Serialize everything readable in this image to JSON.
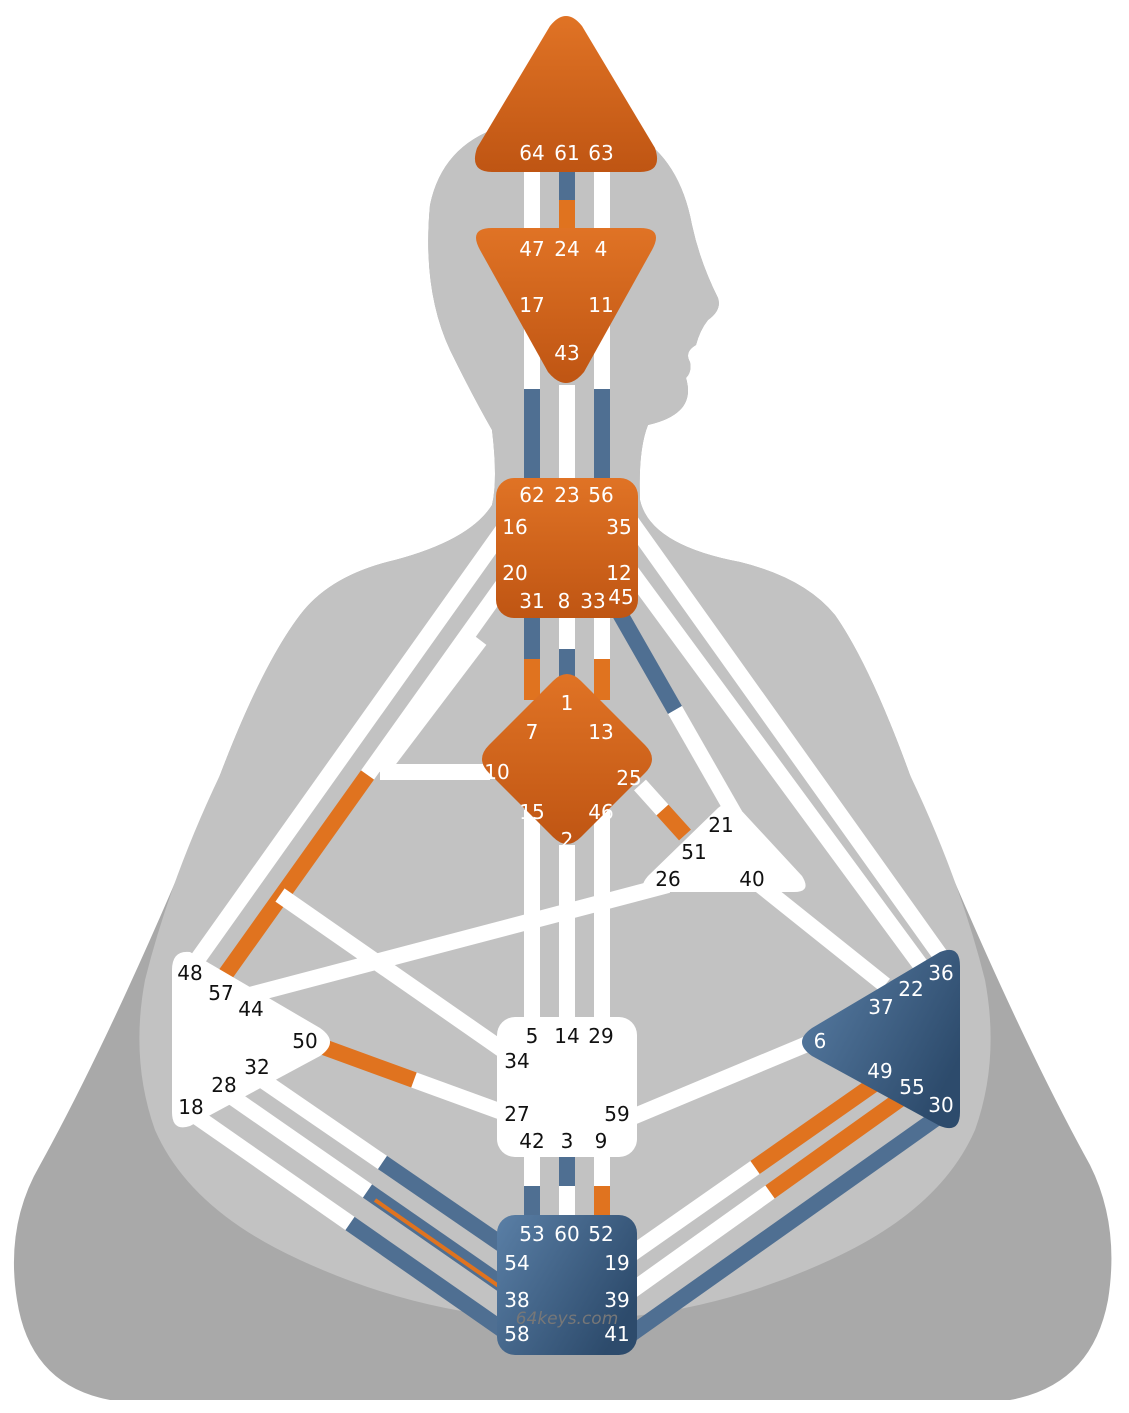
{
  "colors": {
    "body_outer": "#a9a9a9",
    "body_inner": "#c2c2c2",
    "channel_white": "#ffffff",
    "defined_orange": "#e0731f",
    "defined_blue": "#4f6f92",
    "center_orange_top": "#e07325",
    "center_orange_bottom": "#bf5513",
    "center_blue_light": "#5a7fa6",
    "center_blue_dark": "#2d4b6c",
    "text_light": "#ffffff",
    "text_dark": "#111111",
    "credit": "#777777"
  },
  "centers": [
    {
      "name": "head",
      "defined": "orange",
      "gates": [
        "64",
        "61",
        "63"
      ]
    },
    {
      "name": "ajna",
      "defined": "orange",
      "gates": [
        "47",
        "24",
        "4",
        "17",
        "11",
        "43"
      ]
    },
    {
      "name": "throat",
      "defined": "orange",
      "gates": [
        "62",
        "23",
        "56",
        "16",
        "35",
        "20",
        "12",
        "31",
        "8",
        "33",
        "45"
      ]
    },
    {
      "name": "g",
      "defined": "orange",
      "gates": [
        "1",
        "7",
        "13",
        "10",
        "25",
        "15",
        "46",
        "2"
      ]
    },
    {
      "name": "heart",
      "defined": "none",
      "gates": [
        "21",
        "51",
        "26",
        "40"
      ]
    },
    {
      "name": "spleen",
      "defined": "none",
      "gates": [
        "48",
        "57",
        "44",
        "50",
        "32",
        "28",
        "18"
      ]
    },
    {
      "name": "sacral",
      "defined": "none",
      "gates": [
        "5",
        "14",
        "29",
        "34",
        "27",
        "59",
        "42",
        "3",
        "9"
      ]
    },
    {
      "name": "solar-plexus",
      "defined": "blue",
      "gates": [
        "36",
        "22",
        "37",
        "6",
        "49",
        "55",
        "30"
      ]
    },
    {
      "name": "root",
      "defined": "blue",
      "gates": [
        "53",
        "60",
        "52",
        "54",
        "19",
        "38",
        "39",
        "58",
        "41"
      ]
    }
  ],
  "credit": "64keys.com"
}
